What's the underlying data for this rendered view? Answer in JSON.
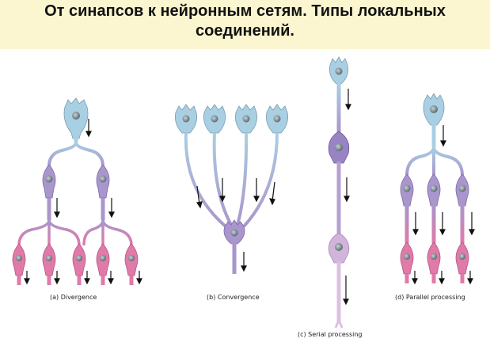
{
  "title": {
    "line1": "От синапсов к нейронным сетям.  Типы локальных",
    "line2": "соединений."
  },
  "panels": {
    "divergence": "(a) Divergence",
    "convergence": "(b) Convergence",
    "serial": "(c) Serial processing",
    "parallel": "(d) Parallel processing"
  },
  "colors": {
    "blue_neuron": "#a9cfe3",
    "purple_neuron": "#a996cc",
    "pink_neuron": "#e07aa8",
    "nucleus": "#6f7f88",
    "background": "#ffffff",
    "title_band": "#fbf6cf"
  }
}
